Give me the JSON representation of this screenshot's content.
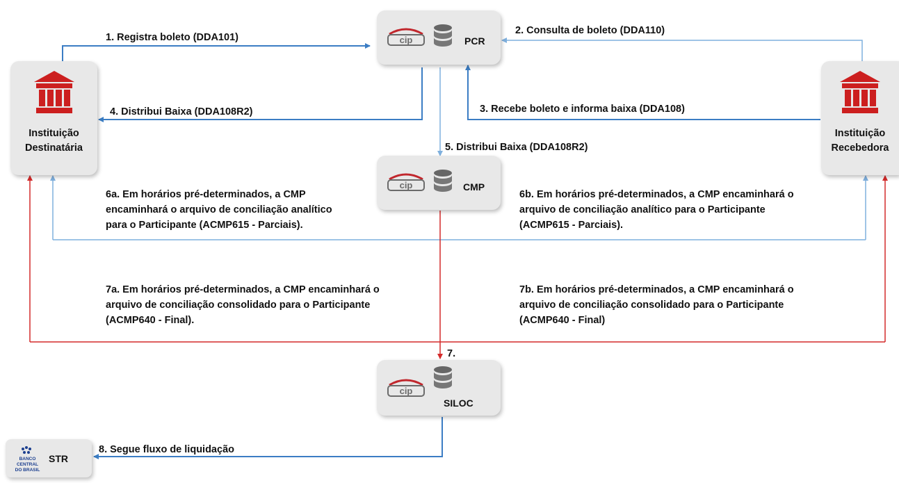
{
  "nodes": {
    "pcr": {
      "label": "PCR",
      "logo": "CIP"
    },
    "cmp": {
      "label": "CMP",
      "logo": "CIP"
    },
    "siloc": {
      "label": "SILOC",
      "logo": "CIP"
    },
    "dest": {
      "line1": "Instituição",
      "line2": "Destinatária",
      "icon": "bank-building-icon"
    },
    "rec": {
      "line1": "Instituição",
      "line2": "Recebedora",
      "icon": "bank-building-icon"
    },
    "str": {
      "label": "STR",
      "logo_line1": "BANCO CENTRAL",
      "logo_line2": "DO BRASIL"
    }
  },
  "edges": {
    "e1": "1. Registra boleto (DDA101)",
    "e2": "2. Consulta de boleto (DDA110)",
    "e3": "3. Recebe boleto e informa baixa (DDA108)",
    "e4": "4. Distribui Baixa (DDA108R2)",
    "e5": "5. Distribui Baixa (DDA108R2)",
    "e6a": "6a. Em horários pré-determinados, a CMP encaminhará o arquivo de conciliação analítico para  o Participante (ACMP615 - Parciais).",
    "e6b": "6b. Em horários pré-determinados, a CMP encaminhará o arquivo de conciliação analítico para  o Participante (ACMP615 - Parciais).",
    "e7a": "7a. Em horários pré-determinados, a CMP encaminhará o arquivo de conciliação consolidado para  o Participante (ACMP640 - Final).",
    "e7b": "7b. Em horários pré-determinados, a CMP encaminhará o arquivo de conciliação consolidado para o Participante (ACMP640 - Final)",
    "e7": "7.",
    "e8": "8. Segue fluxo de liquidação"
  },
  "colors": {
    "blue": "#3b7dc4",
    "lightblue": "#7fb0de",
    "red": "#d42a2a",
    "box": "#e8e8e8",
    "bank_red": "#cc1f1f"
  }
}
